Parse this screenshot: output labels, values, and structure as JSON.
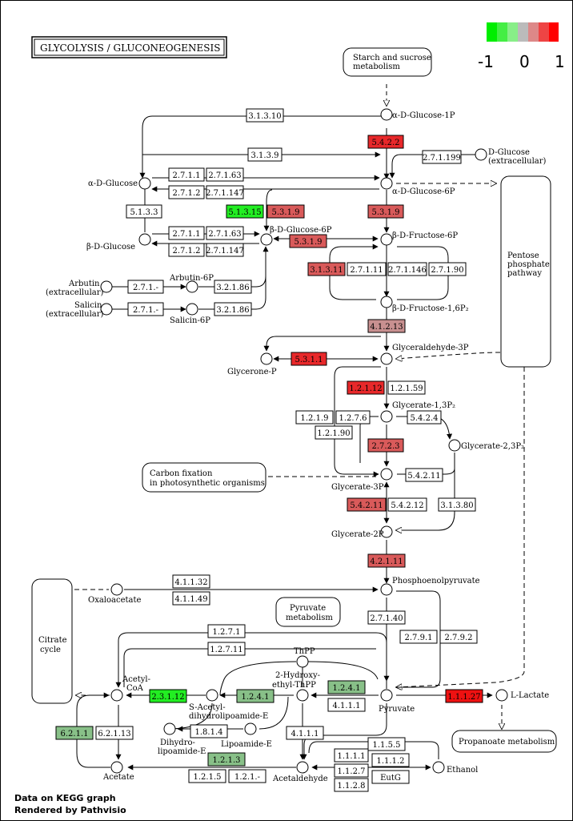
{
  "title": "GLYCOLYSIS / GLUCONEOGENESIS",
  "legend": {
    "labels": [
      "-1",
      "0",
      "1"
    ],
    "colors": [
      "#00ee00",
      "#44ee44",
      "#88ee88",
      "#bbbbbb",
      "#dd8888",
      "#ee4444",
      "#ff0000"
    ]
  },
  "footer": {
    "line1": "Data on KEGG graph",
    "line2": "Rendered by Pathvisio"
  },
  "compounds": [
    {
      "label": "α-D-Glucose-1P"
    },
    {
      "label": "D-Glucose"
    },
    {
      "label": "(extracellular)"
    },
    {
      "label": "α-D-Glucose"
    },
    {
      "label": "α-D-Glucose-6P"
    },
    {
      "label": "β-D-Glucose"
    },
    {
      "label": "β-D-Glucose-6P"
    },
    {
      "label": "β-D-Fructose-6P"
    },
    {
      "label": "Arbutin"
    },
    {
      "label": "(extracellular)"
    },
    {
      "label": "Arbutin-6P"
    },
    {
      "label": "Salicin"
    },
    {
      "label": "(extracellular)"
    },
    {
      "label": "Salicin-6P"
    },
    {
      "label": "β-D-Fructose-1,6P₂"
    },
    {
      "label": "Glyceraldehyde-3P"
    },
    {
      "label": "Glycerone-P"
    },
    {
      "label": "Glycerate-1,3P₂"
    },
    {
      "label": "Glycerate-2,3P₂"
    },
    {
      "label": "Glycerate-3P"
    },
    {
      "label": "Glycerate-2P"
    },
    {
      "label": "Phosphoenolpyruvate"
    },
    {
      "label": "Oxaloacetate"
    },
    {
      "label": "Pyruvate"
    },
    {
      "label": "L-Lactate"
    },
    {
      "label": "ThPP"
    },
    {
      "label": "2-Hydroxy-"
    },
    {
      "label": "ethyl-ThPP"
    },
    {
      "label": "Acetyl-"
    },
    {
      "label": "CoA"
    },
    {
      "label": "S-Acetyl-"
    },
    {
      "label": "dihydrolipoamide-E"
    },
    {
      "label": "Dihydro-"
    },
    {
      "label": "lipoamide-E"
    },
    {
      "label": "Lipoamide-E"
    },
    {
      "label": "Acetate"
    },
    {
      "label": "Acetaldehyde"
    },
    {
      "label": "Ethanol"
    }
  ],
  "pathways": [
    {
      "label": "Starch and sucrose"
    },
    {
      "label": "metabolism"
    },
    {
      "label": "Pentose"
    },
    {
      "label": "phosphate"
    },
    {
      "label": "pathway"
    },
    {
      "label": "Carbon fixation"
    },
    {
      "label": "in photosynthetic organisms"
    },
    {
      "label": "Pyruvate"
    },
    {
      "label": "metabolism"
    },
    {
      "label": "Citrate"
    },
    {
      "label": "cycle"
    },
    {
      "label": "Propanoate metabolism"
    }
  ],
  "enzymes": [
    {
      "label": "3.1.3.10",
      "color": "#ffffff"
    },
    {
      "label": "5.4.2.2",
      "color": "#e8282a"
    },
    {
      "label": "3.1.3.9",
      "color": "#ffffff"
    },
    {
      "label": "2.7.1.199",
      "color": "#ffffff"
    },
    {
      "label": "2.7.1.1",
      "color": "#ffffff"
    },
    {
      "label": "2.7.1.63",
      "color": "#ffffff"
    },
    {
      "label": "2.7.1.2",
      "color": "#ffffff"
    },
    {
      "label": "2.7.1.147",
      "color": "#ffffff"
    },
    {
      "label": "5.1.3.3",
      "color": "#ffffff"
    },
    {
      "label": "5.1.3.15",
      "color": "#22ee22"
    },
    {
      "label": "5.3.1.9",
      "color": "#d95a5a"
    },
    {
      "label": "5.3.1.9",
      "color": "#d95a5a"
    },
    {
      "label": "2.7.1.1",
      "color": "#ffffff"
    },
    {
      "label": "2.7.1.63",
      "color": "#ffffff"
    },
    {
      "label": "5.3.1.9",
      "color": "#d95a5a"
    },
    {
      "label": "2.7.1.2",
      "color": "#ffffff"
    },
    {
      "label": "2.7.1.147",
      "color": "#ffffff"
    },
    {
      "label": "3.1.3.11",
      "color": "#d95a5a"
    },
    {
      "label": "2.7.1.11",
      "color": "#ffffff"
    },
    {
      "label": "2.7.1.146",
      "color": "#ffffff"
    },
    {
      "label": "2.7.1.90",
      "color": "#ffffff"
    },
    {
      "label": "2.7.1.-",
      "color": "#ffffff"
    },
    {
      "label": "3.2.1.86",
      "color": "#ffffff"
    },
    {
      "label": "2.7.1.-",
      "color": "#ffffff"
    },
    {
      "label": "3.2.1.86",
      "color": "#ffffff"
    },
    {
      "label": "4.1.2.13",
      "color": "#c89090"
    },
    {
      "label": "5.3.1.1",
      "color": "#e8282a"
    },
    {
      "label": "1.2.1.12",
      "color": "#e8282a"
    },
    {
      "label": "1.2.1.59",
      "color": "#ffffff"
    },
    {
      "label": "1.2.1.9",
      "color": "#ffffff"
    },
    {
      "label": "1.2.7.6",
      "color": "#ffffff"
    },
    {
      "label": "5.4.2.4",
      "color": "#ffffff"
    },
    {
      "label": "1.2.1.90",
      "color": "#ffffff"
    },
    {
      "label": "2.7.2.3",
      "color": "#d95a5a"
    },
    {
      "label": "5.4.2.11",
      "color": "#ffffff"
    },
    {
      "label": "5.4.2.11",
      "color": "#d95a5a"
    },
    {
      "label": "5.4.2.12",
      "color": "#ffffff"
    },
    {
      "label": "3.1.3.80",
      "color": "#ffffff"
    },
    {
      "label": "4.2.1.11",
      "color": "#d95a5a"
    },
    {
      "label": "4.1.1.32",
      "color": "#ffffff"
    },
    {
      "label": "4.1.1.49",
      "color": "#ffffff"
    },
    {
      "label": "2.7.1.40",
      "color": "#ffffff"
    },
    {
      "label": "2.7.9.1",
      "color": "#ffffff"
    },
    {
      "label": "2.7.9.2",
      "color": "#ffffff"
    },
    {
      "label": "1.2.7.1",
      "color": "#ffffff"
    },
    {
      "label": "1.2.7.11",
      "color": "#ffffff"
    },
    {
      "label": "2.3.1.12",
      "color": "#22ee22"
    },
    {
      "label": "1.2.4.1",
      "color": "#88c088"
    },
    {
      "label": "1.2.4.1",
      "color": "#88c088"
    },
    {
      "label": "4.1.1.1",
      "color": "#ffffff"
    },
    {
      "label": "1.1.1.27",
      "color": "#ee1111"
    },
    {
      "label": "6.2.1.1",
      "color": "#88c088"
    },
    {
      "label": "6.2.1.13",
      "color": "#ffffff"
    },
    {
      "label": "1.8.1.4",
      "color": "#ffffff"
    },
    {
      "label": "4.1.1.1",
      "color": "#ffffff"
    },
    {
      "label": "1.2.1.3",
      "color": "#88c088"
    },
    {
      "label": "1.2.1.5",
      "color": "#ffffff"
    },
    {
      "label": "1.2.1.-",
      "color": "#ffffff"
    },
    {
      "label": "1.1.5.5",
      "color": "#ffffff"
    },
    {
      "label": "1.1.1.1",
      "color": "#ffffff"
    },
    {
      "label": "1.1.1.2",
      "color": "#ffffff"
    },
    {
      "label": "1.1.2.7",
      "color": "#ffffff"
    },
    {
      "label": "EutG",
      "color": "#ffffff"
    },
    {
      "label": "1.1.2.8",
      "color": "#ffffff"
    }
  ]
}
